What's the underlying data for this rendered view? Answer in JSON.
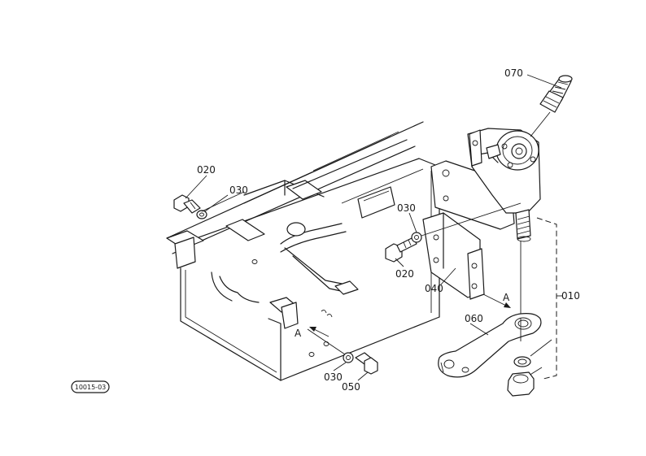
{
  "labels": {
    "p010": "010",
    "p020_top": "020",
    "p020_mid": "020",
    "p030_left": "030",
    "p030_mid": "030",
    "p030_bottom": "030",
    "p040": "040",
    "p050": "050",
    "p060": "060",
    "p070": "070",
    "arrow_a_right": "A",
    "arrow_a_left": "A"
  },
  "reference_code": "10015-03"
}
